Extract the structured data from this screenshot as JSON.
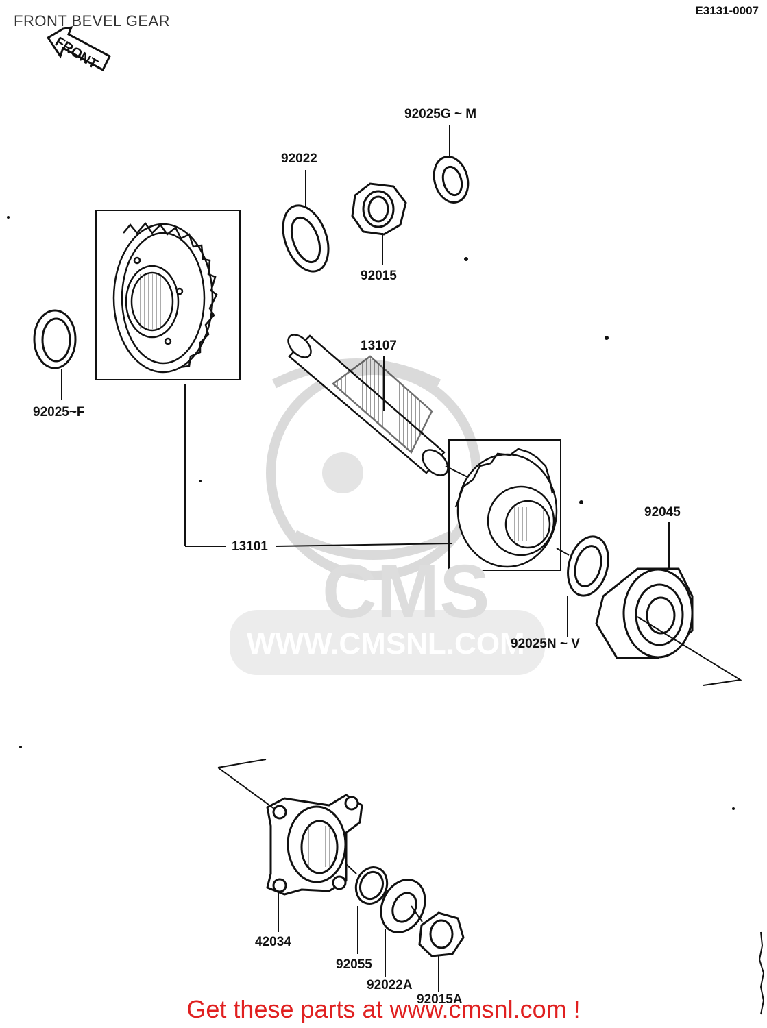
{
  "header": {
    "title": "FRONT BEVEL GEAR",
    "drawing_code": "E3131-0007"
  },
  "arrow": {
    "label": "FRONT"
  },
  "watermark": {
    "logo_text": "CMS",
    "url_text": "WWW.CMSNL.COM"
  },
  "parts": [
    {
      "id": "92025g-m",
      "label": "92025G ~ M"
    },
    {
      "id": "92022",
      "label": "92022"
    },
    {
      "id": "92015",
      "label": "92015"
    },
    {
      "id": "92025-f",
      "label": "92025~F"
    },
    {
      "id": "13107",
      "label": "13107"
    },
    {
      "id": "13101",
      "label": "13101"
    },
    {
      "id": "92045",
      "label": "92045"
    },
    {
      "id": "92025n-v",
      "label": "92025N ~ V"
    },
    {
      "id": "42034",
      "label": "42034"
    },
    {
      "id": "92055",
      "label": "92055"
    },
    {
      "id": "92022a",
      "label": "92022A"
    },
    {
      "id": "92015a",
      "label": "92015A"
    }
  ],
  "footer": {
    "promo_text": "Get these parts at www.cmsnl.com !"
  },
  "colors": {
    "ink": "#111111",
    "watermark": "#d8d8d8",
    "promo": "#e02020"
  }
}
